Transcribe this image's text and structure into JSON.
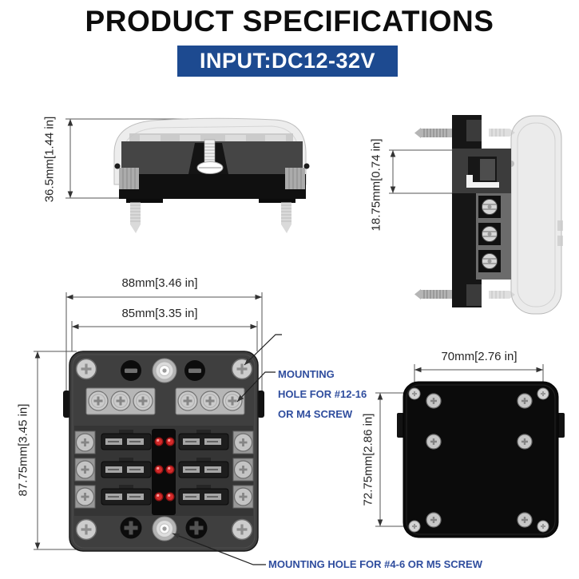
{
  "header": {
    "title": "PRODUCT SPECIFICATIONS",
    "input_badge": "INPUT:DC12-32V"
  },
  "dims": {
    "front_height": "36.5mm[1.44 in]",
    "side_depth": "18.75mm[0.74 in]",
    "top_width_outer": "88mm[3.46 in]",
    "top_width_inner": "85mm[3.35 in]",
    "top_height": "87.75mm[3.45 in]",
    "back_width": "70mm[2.76 in]",
    "back_height": "72.75mm[2.86 in]"
  },
  "annotations": {
    "m4_lines": [
      "MOUNTING",
      "HOLE FOR #12-16",
      "OR M4 SCREW"
    ],
    "m5": "MOUNTING HOLE FOR #4-6 OR M5 SCREW"
  },
  "colors": {
    "banner_blue": "#1d4a90",
    "annotation_blue": "#2f4d9e",
    "led_red": "#d42a2a",
    "body_gray": "#3f3f3f",
    "back_black": "#0b0b0b"
  }
}
